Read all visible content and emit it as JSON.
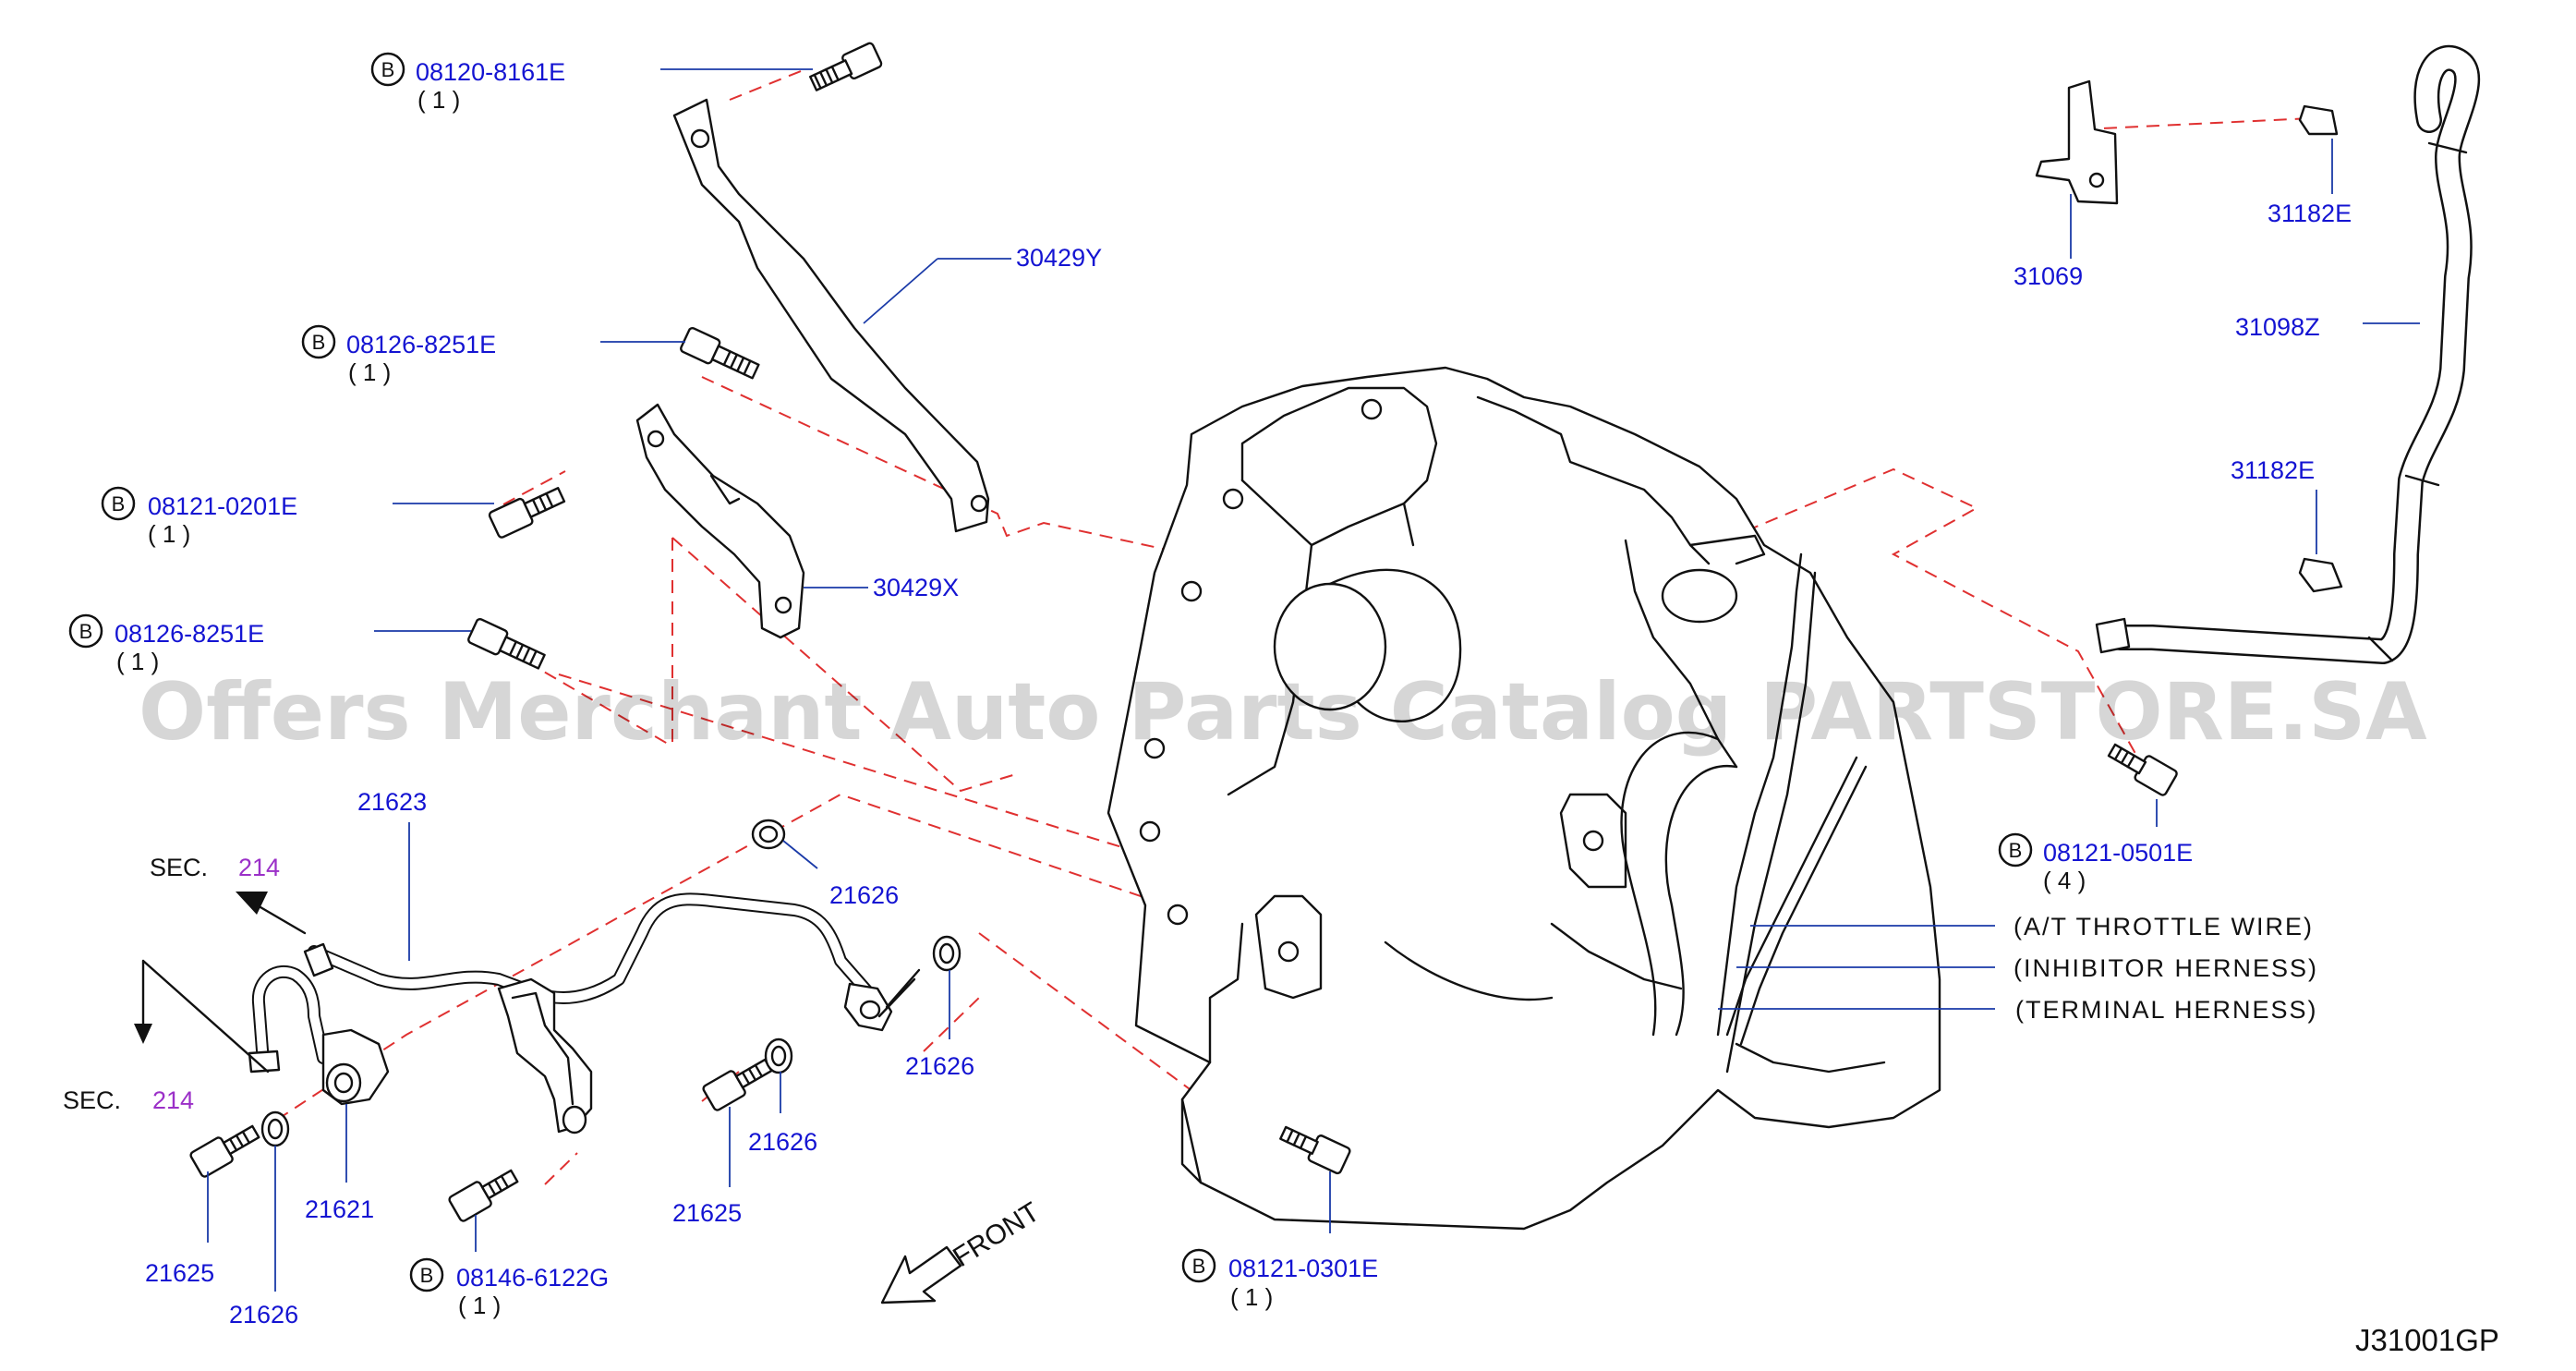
{
  "diagram": {
    "code": "J31001GP",
    "watermark": "Offers Merchant Auto Parts Catalog PARTSTORE.SA",
    "front": "FRONT"
  },
  "bolts": [
    {
      "badge": "B",
      "part": "08120-8161E",
      "qty": "( 1 )"
    },
    {
      "badge": "B",
      "part": "08126-8251E",
      "qty": "( 1 )"
    },
    {
      "badge": "B",
      "part": "08121-0201E",
      "qty": "( 1 )"
    },
    {
      "badge": "B",
      "part": "08126-8251E",
      "qty": "( 1 )"
    },
    {
      "badge": "B",
      "part": "08121-0501E",
      "qty": "( 4 )"
    },
    {
      "badge": "B",
      "part": "08121-0301E",
      "qty": "( 1 )"
    },
    {
      "badge": "B",
      "part": "08146-6122G",
      "qty": "( 1 )"
    }
  ],
  "parts": {
    "p30429Y": "30429Y",
    "p30429X": "30429X",
    "p31069": "31069",
    "p31182E_a": "31182E",
    "p31098Z": "31098Z",
    "p31182E_b": "31182E",
    "p21623": "21623",
    "p21626_a": "21626",
    "p21626_b": "21626",
    "p21626_c": "21626",
    "p21626_d": "21626",
    "p21625_a": "21625",
    "p21625_b": "21625",
    "p21621": "21621"
  },
  "sections": [
    {
      "prefix": "SEC.",
      "number": "214"
    },
    {
      "prefix": "SEC.",
      "number": "214"
    }
  ],
  "harnesses": [
    "(A/T  THROTTLE  WIRE)",
    "(INHIBITOR  HERNESS)",
    "(TERMINAL  HERNESS)"
  ]
}
